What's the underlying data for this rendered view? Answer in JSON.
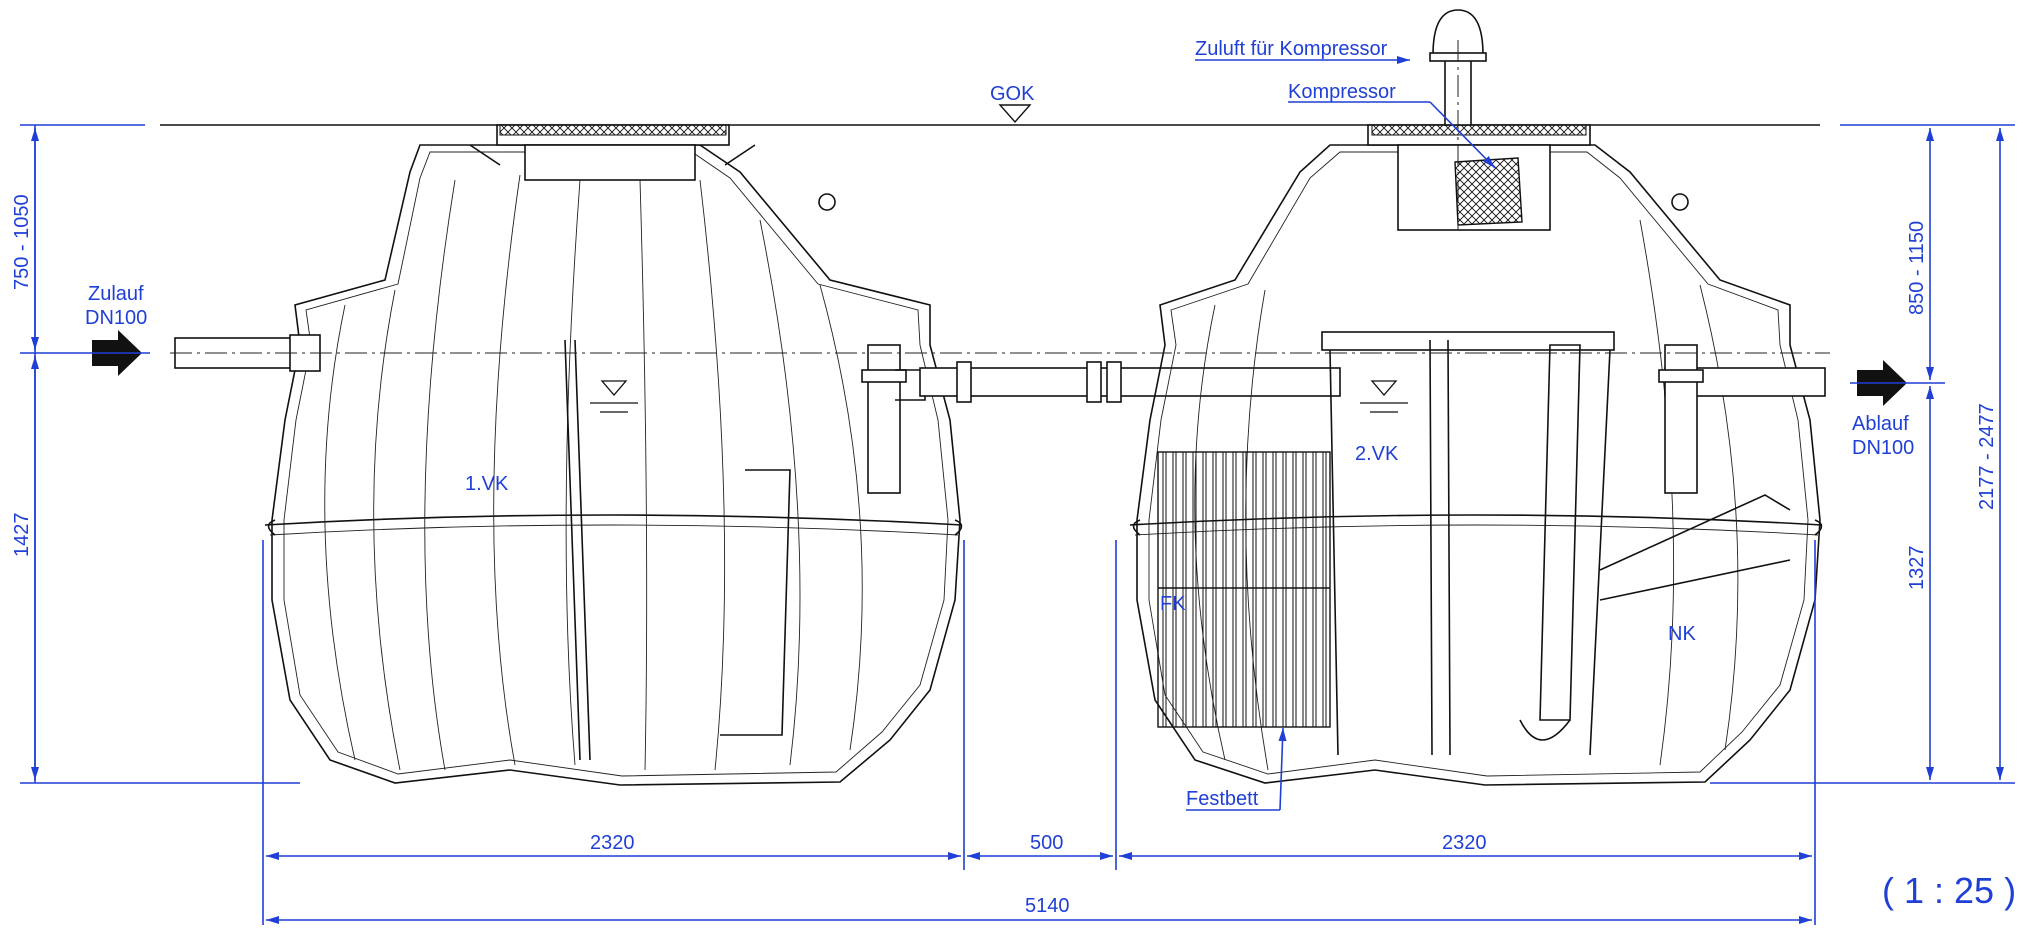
{
  "labels": {
    "gok": "GOK",
    "zuluft": "Zuluft für Kompressor",
    "kompressor": "Kompressor",
    "zulauf_line1": "Zulauf",
    "zulauf_line2": "DN100",
    "ablauf_line1": "Ablauf",
    "ablauf_line2": "DN100",
    "vk1": "1.VK",
    "vk2": "2.VK",
    "fk": "FK",
    "nk": "NK",
    "festbett": "Festbett",
    "scale": "( 1 : 25 )"
  },
  "dimensions": {
    "top_left": "750 - 1050",
    "bottom_left": "1427",
    "top_right": "850 - 1150",
    "bottom_right": "1327",
    "total_right": "2177 - 2477",
    "width_left": "2320",
    "gap": "500",
    "width_right": "2320",
    "total_width": "5140"
  },
  "colors": {
    "annotation": "#1f3fd6",
    "linework": "#111111",
    "background": "#ffffff"
  }
}
